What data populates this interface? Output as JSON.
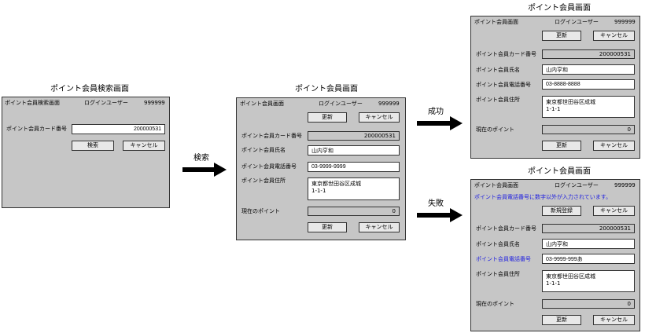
{
  "search_screen": {
    "heading": "ポイント会員検索画面",
    "panel_title": "ポイント会員検索画面",
    "login_label": "ログインユーザー",
    "login_id": "999999",
    "card_label": "ポイント会員カード番号",
    "card_value": "200000531",
    "search_button": "検索",
    "cancel_button": "キャンセル"
  },
  "arrow_search": "検索",
  "member_screen": {
    "heading": "ポイント会員画面",
    "panel_title": "ポイント会員画面",
    "login_label": "ログインユーザー",
    "login_id": "999999",
    "update_button": "更新",
    "cancel_button": "キャンセル",
    "card_label": "ポイント会員カード番号",
    "card_value": "200000531",
    "name_label": "ポイント会員氏名",
    "name_value": "山内亨和",
    "phone_label": "ポイント会員電話番号",
    "phone_value": "03-9999-9999",
    "address_label": "ポイント会員住所",
    "address_value": "東京都世田谷区成城\n1-1-1",
    "points_label": "現在のポイント",
    "points_value": "0",
    "bottom_update_button": "更新",
    "bottom_cancel_button": "キャンセル"
  },
  "arrow_success": "成功",
  "arrow_failure": "失敗",
  "success_screen": {
    "heading": "ポイント会員画面",
    "panel_title": "ポイント会員画面",
    "login_label": "ログインユーザー",
    "login_id": "999999",
    "update_button": "更新",
    "cancel_button": "キャンセル",
    "card_label": "ポイント会員カード番号",
    "card_value": "200000531",
    "name_label": "ポイント会員氏名",
    "name_value": "山内亨和",
    "phone_label": "ポイント会員電話番号",
    "phone_value": "03-8888-8888",
    "address_label": "ポイント会員住所",
    "address_value": "東京都世田谷区成城\n1-1-1",
    "points_label": "現在のポイント",
    "points_value": "0",
    "bottom_update_button": "更新",
    "bottom_cancel_button": "キャンセル"
  },
  "failure_screen": {
    "heading": "ポイント会員画面",
    "panel_title": "ポイント会員画面",
    "login_label": "ログインユーザー",
    "login_id": "999999",
    "error_message": "ポイント会員電話番号に数字以外が入力されています。",
    "new_button": "新規登録",
    "cancel_button": "キャンセル",
    "card_label": "ポイント会員カード番号",
    "card_value": "200000531",
    "name_label": "ポイント会員氏名",
    "name_value": "山内亨和",
    "phone_label": "ポイント会員電話番号",
    "phone_value": "03-9999-999あ",
    "address_label": "ポイント会員住所",
    "address_value": "東京都世田谷区成城\n1-1-1",
    "points_label": "現在のポイント",
    "points_value": "0",
    "bottom_update_button": "更新",
    "bottom_cancel_button": "キャンセル"
  },
  "colors": {
    "panel": "#c6c6c6",
    "error_text": "#2020e0",
    "arrow": "#000000"
  }
}
